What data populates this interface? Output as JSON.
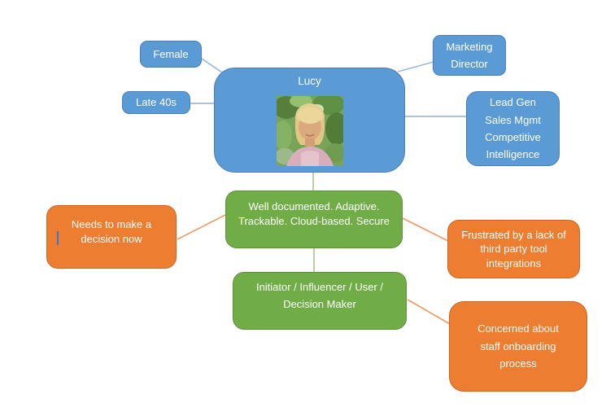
{
  "diagram": {
    "kind": "persona mind map",
    "colors": {
      "persona_blue": "#5B9BD5",
      "attribute_green": "#70AD47",
      "painpoint_orange": "#ED7D31",
      "connector_blue": "#8EAFD9",
      "connector_green": "#A6C887",
      "connector_orange": "#EE9054",
      "cursor_blue": "#4472C4",
      "text": "#FFFFFF",
      "background": "#FFFFFF"
    },
    "nodes": {
      "center": {
        "label": "Lucy",
        "photo": "portrait of smiling blonde woman in pink top against green foliage"
      },
      "female": {
        "label": "Female"
      },
      "age": {
        "label": "Late 40s"
      },
      "role": {
        "label": "Marketing\nDirector"
      },
      "skills": {
        "label": "Lead Gen\nSales Mgmt\nCompetitive\nIntelligence"
      },
      "criteria": {
        "label": "Well documented. Adaptive.\nTrackable. Cloud-based. Secure"
      },
      "needs": {
        "label": "Needs to make a\ndecision now"
      },
      "roles": {
        "label": "Initiator / Influencer / User /\nDecision Maker"
      },
      "frustration": {
        "label": "Frustrated by a lack of\nthird party tool\nintegrations"
      },
      "concern": {
        "label": "Concerned about\nstaff onboarding\nprocess"
      }
    }
  }
}
